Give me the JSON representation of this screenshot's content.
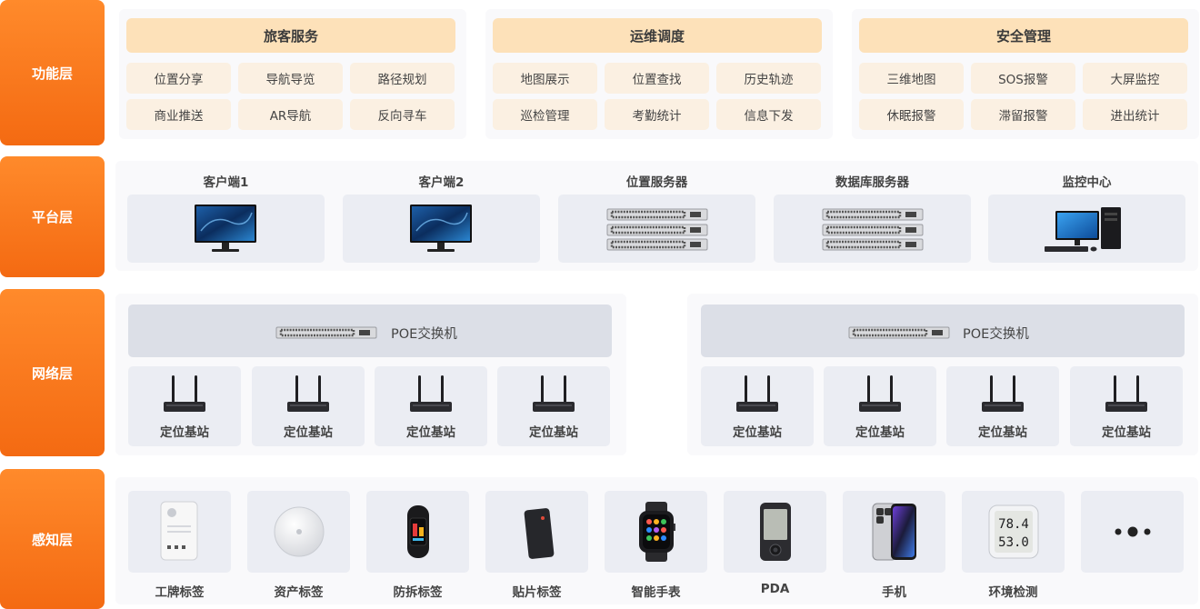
{
  "layers": {
    "function": "功能层",
    "platform": "平台层",
    "network": "网络层",
    "perception": "感知层"
  },
  "function_groups": [
    {
      "title": "旅客服务",
      "items": [
        "位置分享",
        "导航导览",
        "路径规划",
        "商业推送",
        "AR导航",
        "反向寻车"
      ]
    },
    {
      "title": "运维调度",
      "items": [
        "地图展示",
        "位置查找",
        "历史轨迹",
        "巡检管理",
        "考勤统计",
        "信息下发"
      ]
    },
    {
      "title": "安全管理",
      "items": [
        "三维地图",
        "SOS报警",
        "大屏监控",
        "休眠报警",
        "滞留报警",
        "进出统计"
      ]
    }
  ],
  "platform_nodes": [
    "客户端1",
    "客户端2",
    "位置服务器",
    "数据库服务器",
    "监控中心"
  ],
  "network": {
    "switch_label": "POE交换机",
    "station_label": "定位基站"
  },
  "perception_devices": [
    "工牌标签",
    "资产标签",
    "防拆标签",
    "贴片标签",
    "智能手表",
    "PDA",
    "手机",
    "环境检测"
  ],
  "display_readings": {
    "temperature": "78.4",
    "humidity": "53.0"
  },
  "colors": {
    "accent": "#f46a12",
    "header_fill": "#fde1b9",
    "item_fill": "#fbf0e2",
    "panel_fill": "#f9f9fb",
    "box_fill": "#ebedf3"
  }
}
